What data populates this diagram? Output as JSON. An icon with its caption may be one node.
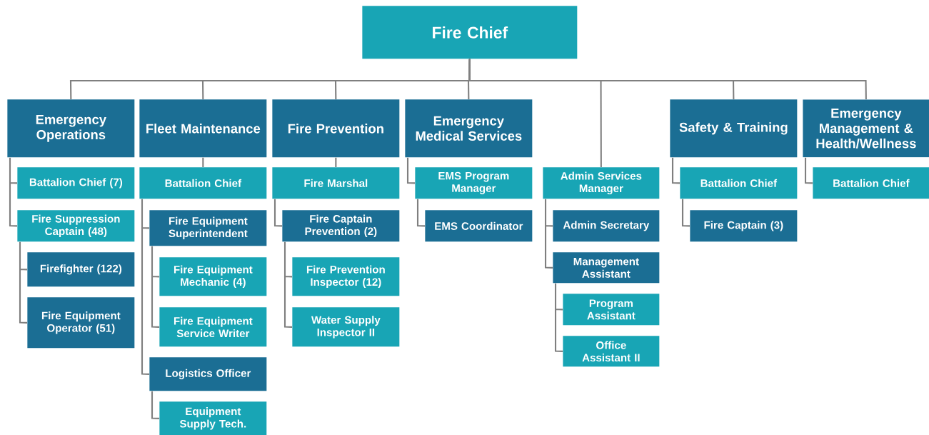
{
  "diagram": {
    "nodes": [
      {
        "text": [
          "Fire Chief"
        ]
      },
      {
        "text": [
          "Emergency Operations"
        ]
      },
      {
        "text": [
          "Fleet Maintenance"
        ]
      },
      {
        "text": [
          "Fire Prevention"
        ]
      },
      {
        "text": [
          "Emergency Medical Services"
        ]
      },
      {
        "text": [
          "Admin Services Manager"
        ]
      },
      {
        "text": [
          "Safety & Training"
        ]
      },
      {
        "text": [
          "Emergency Management & Health/Wellness"
        ]
      },
      {
        "text": [
          "Battalion Chief (7)"
        ]
      },
      {
        "text": [
          "Fire Suppression Captain (48)"
        ]
      },
      {
        "text": [
          "Firefighter (122)"
        ]
      },
      {
        "text": [
          "Fire Equipment Operator (51)"
        ]
      },
      {
        "text": [
          "Battalion Chief"
        ]
      },
      {
        "text": [
          "Fire Equipment Superintendent"
        ]
      },
      {
        "text": [
          "Fire Equipment Mechanic (4)"
        ]
      },
      {
        "text": [
          "Fire Equipment Service Writer"
        ]
      },
      {
        "text": [
          "Logistics Officer"
        ]
      },
      {
        "text": [
          "Equipment Supply Tech."
        ]
      },
      {
        "text": [
          "Fire Marshal"
        ]
      },
      {
        "text": [
          "Fire Captain Prevention (2)"
        ]
      },
      {
        "text": [
          "Fire Prevention Inspector (12)"
        ]
      },
      {
        "text": [
          "Water Supply Inspector II"
        ]
      },
      {
        "text": [
          "EMS Program Manager"
        ]
      },
      {
        "text": [
          "EMS Coordinator"
        ]
      },
      {
        "text": [
          "Admin Secretary"
        ]
      },
      {
        "text": [
          "Management Assistant"
        ]
      },
      {
        "text": [
          "Program Assistant"
        ]
      },
      {
        "text": [
          "Office Assistant II"
        ]
      },
      {
        "text": [
          "Battalion Chief"
        ]
      },
      {
        "text": [
          "Fire Captain (3)"
        ]
      },
      {
        "text": [
          "Battalion Chief"
        ]
      }
    ],
    "edges": [
      {
        "from": 0,
        "to": 1,
        "arrow": "none"
      },
      {
        "from": 0,
        "to": 2,
        "arrow": "none"
      },
      {
        "from": 0,
        "to": 3,
        "arrow": "none"
      },
      {
        "from": 0,
        "to": 4,
        "arrow": "none"
      },
      {
        "from": 0,
        "to": 5,
        "arrow": "none"
      },
      {
        "from": 0,
        "to": 6,
        "arrow": "none"
      },
      {
        "from": 0,
        "to": 7,
        "arrow": "none"
      },
      {
        "from": 1,
        "to": 8,
        "arrow": "none"
      },
      {
        "from": 1,
        "to": 9,
        "arrow": "none"
      },
      {
        "from": 9,
        "to": 10,
        "arrow": "none"
      },
      {
        "from": 9,
        "to": 11,
        "arrow": "none"
      },
      {
        "from": 2,
        "to": 12,
        "arrow": "none"
      },
      {
        "from": 12,
        "to": 13,
        "arrow": "none"
      },
      {
        "from": 13,
        "to": 14,
        "arrow": "none"
      },
      {
        "from": 13,
        "to": 15,
        "arrow": "none"
      },
      {
        "from": 12,
        "to": 16,
        "arrow": "none"
      },
      {
        "from": 16,
        "to": 17,
        "arrow": "none"
      },
      {
        "from": 3,
        "to": 18,
        "arrow": "none"
      },
      {
        "from": 18,
        "to": 19,
        "arrow": "none"
      },
      {
        "from": 19,
        "to": 20,
        "arrow": "none"
      },
      {
        "from": 19,
        "to": 21,
        "arrow": "none"
      },
      {
        "from": 4,
        "to": 22,
        "arrow": "none"
      },
      {
        "from": 22,
        "to": 23,
        "arrow": "none"
      },
      {
        "from": 5,
        "to": 24,
        "arrow": "none"
      },
      {
        "from": 5,
        "to": 25,
        "arrow": "none"
      },
      {
        "from": 25,
        "to": 26,
        "arrow": "none"
      },
      {
        "from": 25,
        "to": 27,
        "arrow": "none"
      },
      {
        "from": 6,
        "to": 28,
        "arrow": "none"
      },
      {
        "from": 28,
        "to": 29,
        "arrow": "none"
      },
      {
        "from": 7,
        "to": 30,
        "arrow": "none"
      }
    ]
  }
}
